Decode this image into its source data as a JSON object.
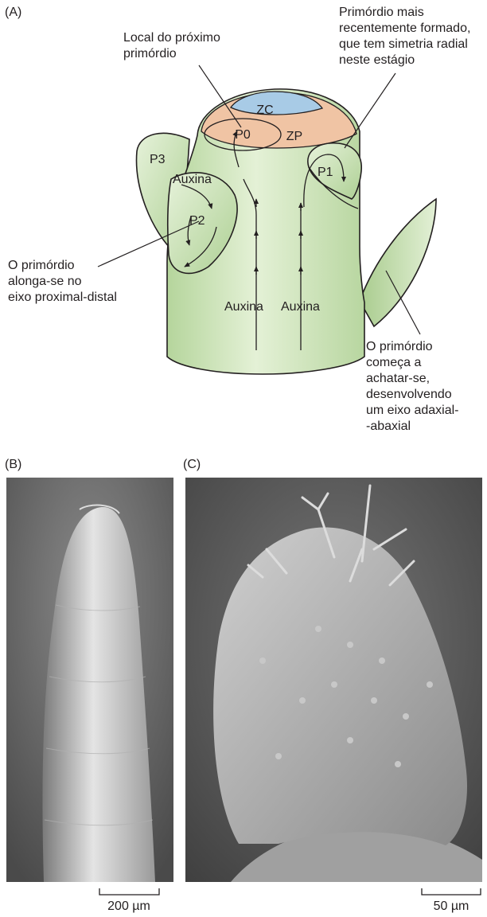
{
  "panels": {
    "a": "(A)",
    "b": "(B)",
    "c": "(C)"
  },
  "labels": {
    "zc": "ZC",
    "zp": "ZP",
    "p0": "P0",
    "p1": "P1",
    "p2": "P2",
    "p3": "P3",
    "auxina_top": "Auxina",
    "auxina_left": "Auxina",
    "auxina_right": "Auxina"
  },
  "annotations": {
    "next_primordium": [
      "Local do próximo",
      "primórdio"
    ],
    "recent_primordium": [
      "Primórdio mais",
      "recentemente formado,",
      "que tem simetria radial",
      "neste estágio"
    ],
    "elongates": [
      "O primórdio",
      "alonga-se no",
      "eixo proximal-distal"
    ],
    "flattens": [
      "O primórdio",
      "começa a",
      "achatar-se,",
      "desenvolvendo",
      "um eixo adaxial-",
      "-abaxial"
    ]
  },
  "scalebars": {
    "b": "200 µm",
    "c": "50 µm"
  },
  "colors": {
    "green_light": "#e2f0d4",
    "green_dark": "#b7d7a0",
    "zp_orange": "#f0c4a4",
    "zc_blue": "#a8cbe6",
    "outline": "#231f20",
    "photo_bg": "#6e6e6e"
  }
}
